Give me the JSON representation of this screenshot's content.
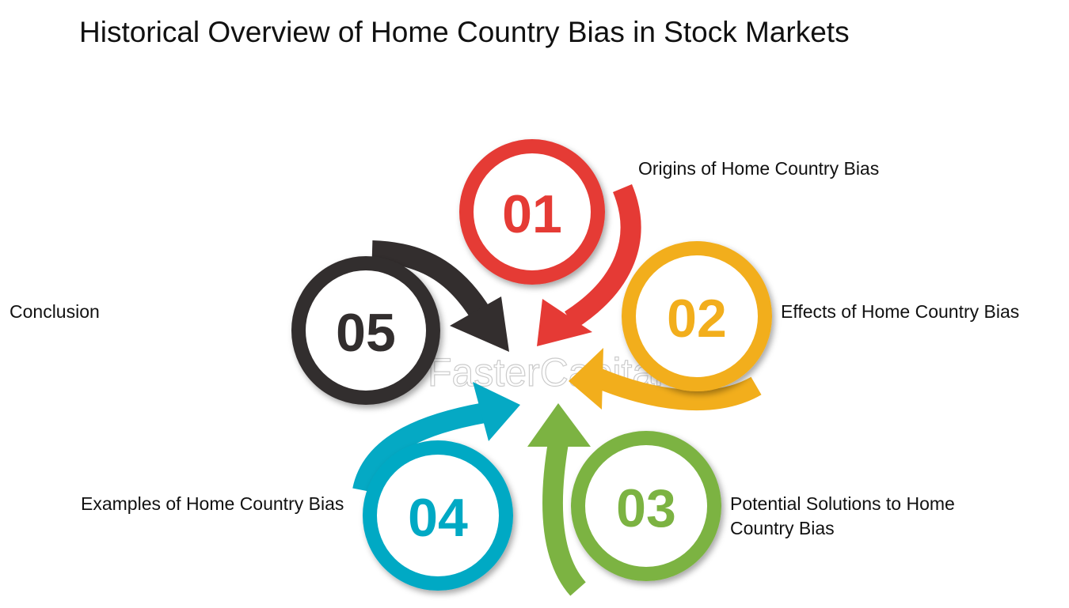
{
  "title": "Historical Overview of Home Country Bias in Stock Markets",
  "watermark": "FasterCapital",
  "colors": {
    "red": "#e53a35",
    "orange": "#f2ae1c",
    "green": "#7cb342",
    "teal": "#05a9c4",
    "dark": "#332e2e"
  },
  "steps": [
    {
      "number": "01",
      "label": "Origins of Home Country Bias",
      "color": "#e53a35"
    },
    {
      "number": "02",
      "label": "Effects of Home Country Bias",
      "color": "#f2ae1c"
    },
    {
      "number": "03",
      "label": "Potential Solutions to Home Country Bias",
      "color": "#7cb342"
    },
    {
      "number": "04",
      "label": "Examples of Home Country Bias",
      "color": "#05a9c4"
    },
    {
      "number": "05",
      "label": "Conclusion",
      "color": "#332e2e"
    }
  ]
}
